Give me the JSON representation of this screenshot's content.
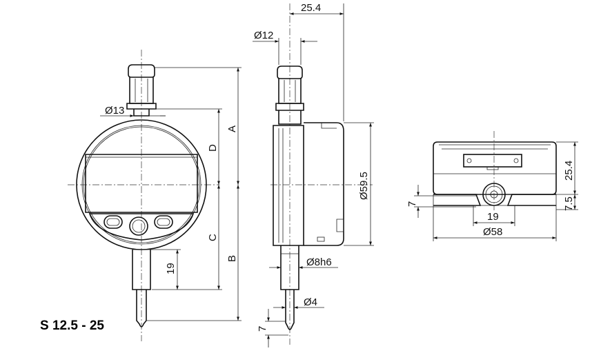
{
  "model": "S 12.5 - 25",
  "front_view": {
    "dim_d13": "Ø13",
    "dim_a": "A",
    "dim_d": "D",
    "dim_c": "C",
    "dim_b": "B",
    "dim_19": "19"
  },
  "side_view": {
    "dim_25_4": "25.4",
    "dim_d12": "Ø12",
    "dim_d59_5": "Ø59.5",
    "dim_d8h6": "Ø8h6",
    "dim_d4": "Ø4",
    "dim_7": "7"
  },
  "top_view": {
    "dim_25_4": "25.4",
    "dim_7_5": "7.5",
    "dim_7": "7",
    "dim_19": "19",
    "dim_d58": "Ø58"
  }
}
